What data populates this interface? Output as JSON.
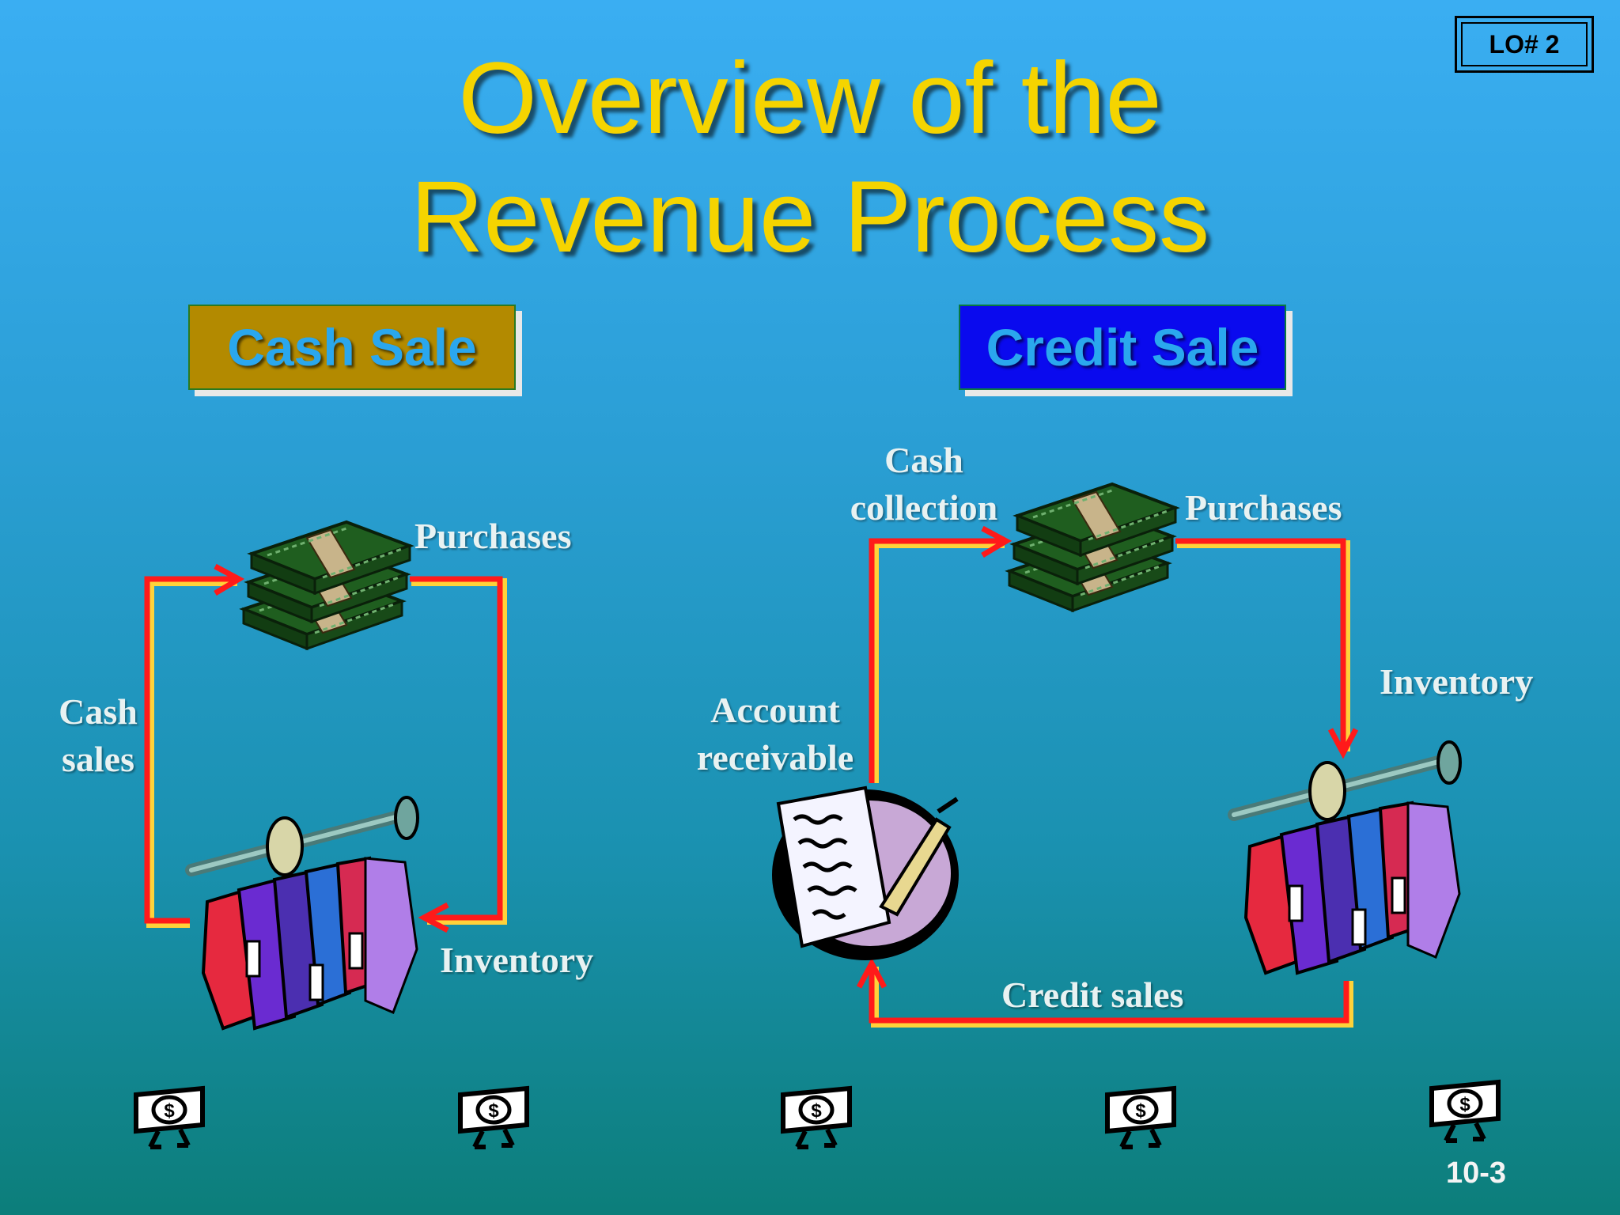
{
  "slide": {
    "title": "Overview of the Revenue Process",
    "lo_badge": "LO# 2",
    "page_number": "10-3",
    "colors": {
      "title": "#f5d400",
      "arrow": "#ff1a1a",
      "cash_box": "#b38a00",
      "credit_box": "#0a0aee"
    }
  },
  "cash_sale": {
    "heading": "Cash Sale",
    "labels": {
      "purchases": "Purchases",
      "cash_sales_line1": "Cash",
      "cash_sales_line2": "sales",
      "inventory": "Inventory"
    },
    "icons": [
      "money-stack-icon",
      "clothing-rack-icon"
    ]
  },
  "credit_sale": {
    "heading": "Credit Sale",
    "labels": {
      "cash_collection_line1": "Cash",
      "cash_collection_line2": "collection",
      "purchases": "Purchases",
      "inventory": "Inventory",
      "account_line1": "Account",
      "account_line2": "receivable",
      "credit_sales": "Credit sales"
    },
    "icons": [
      "money-stack-icon",
      "clothing-rack-icon",
      "invoice-document-icon"
    ]
  },
  "footer_icons": [
    "dollar-walking-icon",
    "dollar-walking-icon",
    "dollar-walking-icon",
    "dollar-walking-icon",
    "dollar-walking-icon"
  ]
}
